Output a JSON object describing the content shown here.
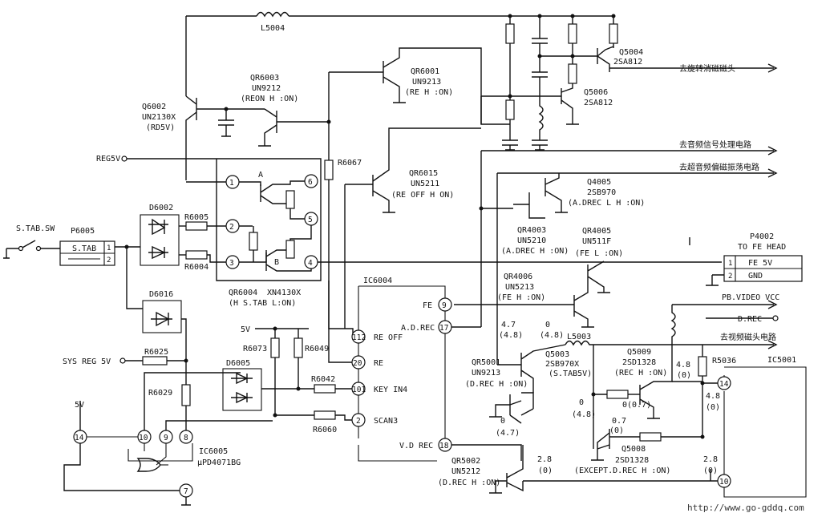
{
  "labels": {
    "l5004": "L5004",
    "reg5v": "REG5V",
    "stab_sw": "S.TAB.SW",
    "p6005": "P6005",
    "p6005_stab": "S.TAB",
    "sys_reg": "SYS REG 5V",
    "v5a": "5V",
    "v5b": "5V",
    "q6002": "Q6002",
    "q6002_part": "UN2130X",
    "q6002_note": "(RD5V)",
    "qr6003": "QR6003",
    "qr6003_part": "UN9212",
    "qr6003_note": "(REON H :ON)",
    "qr6001": "QR6001",
    "qr6001_part": "UN9213",
    "qr6001_note": "(RE H :ON)",
    "qr6015": "QR6015",
    "qr6015_part": "UN5211",
    "qr6015_note": "(RE OFF H ON)",
    "q5004": "Q5004",
    "q5004_part": "2SA812",
    "q5006": "Q5006",
    "q5006_part": "2SA812",
    "to_rotary": "去旋转消磁磁头",
    "to_audio": "去音频信号处理电路",
    "to_bias": "去超音频偏磁振荡电路",
    "q4005": "Q4005",
    "q4005_part": "2SB970",
    "q4005_note": "(A.DREC L H :ON)",
    "qr4003": "QR4003",
    "qr4003_part": "UN5210",
    "qr4003_note": "(A.DREC H :ON)",
    "qr4005": "QR4005",
    "qr4005_part": "UN511F",
    "qr4005_note": "(FE L :ON)",
    "p4002": "P4002",
    "p4002_title": "TO FE HEAD",
    "p4002_pin1": "FE 5V",
    "p4002_pin2": "GND",
    "qr4006": "QR4006",
    "qr4006_part": "UN5213",
    "qr4006_note": "(FE H :ON)",
    "pb_video": "PB.VIDEO VCC",
    "d_rec": "D.REC",
    "to_video": "去视频磁头电路",
    "qr6004": "QR6004",
    "qr6004_part": "XN4130X",
    "qr6004_note": "(H S.TAB L:ON)",
    "d6002": "D6002",
    "d6016": "D6016",
    "d6005": "D6005",
    "r6005": "R6005",
    "r6004": "R6004",
    "r6067": "R6067",
    "r6025": "R6025",
    "r6029": "R6029",
    "r6073": "R6073",
    "r6049": "R6049",
    "r6042": "R6042",
    "r6060": "R6060",
    "r5036": "R5036",
    "ic6004": "IC6004",
    "ic6005": "IC6005",
    "ic6005_part": "μPD4071BG",
    "ic5001": "IC5001",
    "fe": "FE",
    "a_d_rec": "A.D.REC",
    "re_off": "RE OFF",
    "re": "RE",
    "key_in4": "KEY IN4",
    "scan3": "SCAN3",
    "v_d_rec": "V.D REC",
    "qr5001": "QR5001",
    "qr5001_part": "UN9213",
    "qr5001_note": "(D.REC H :ON)",
    "q5003": "Q5003",
    "q5003_part": "2SB970X",
    "q5003_note": "(S.TAB5V)",
    "l5003": "L5003",
    "q5009": "Q5009",
    "q5009_part": "2SD1328",
    "q5009_note": "(REC H :ON)",
    "q5008": "Q5008",
    "q5008_part": "2SD1328",
    "q5008_note": "(EXCEPT.D.REC H :ON)",
    "qr5002": "QR5002",
    "qr5002_part": "UN5212",
    "qr5002_note": "(D.REC H :ON)",
    "url": "http://www.go-gddq.com",
    "A": "A",
    "B": "B",
    "pin_1": "1",
    "pin_2": "2",
    "pin_3": "3",
    "pin_4": "4",
    "pin_5": "5",
    "pin_6": "6",
    "pin_9": "9",
    "pin_17": "17",
    "pin_112": "112",
    "pin_20": "20",
    "pin_101": "101",
    "pin_2b": "2",
    "pin_18": "18",
    "pin_14": "14",
    "pin_10": "10",
    "pin_9b": "9",
    "pin_8": "8",
    "pin_7": "7",
    "pin_14b": "14",
    "pin_10b": "10",
    "conn_1": "1",
    "conn_2": "2",
    "conn_p1": "1",
    "conn_p2": "2"
  },
  "voltages": {
    "v_47": "4.7",
    "v_48a": "(4.8)",
    "v_0a": "0",
    "v_48b": "(4.8)",
    "v_0b": "0",
    "v_47b": "(4.7)",
    "v_0c": "0",
    "v_48c": "(4.8)",
    "v_0d": "0",
    "v_07a": "(0.7)",
    "v_07b": "0.7",
    "v_0e": "(0)",
    "v_48d": "4.8",
    "v_0f": "(0)",
    "v_48e": "4.8",
    "v_0g": "(0)",
    "v_28a": "2.8",
    "v_0h": "(0)",
    "v_28b": "2.8",
    "v_0i": "(0)"
  }
}
